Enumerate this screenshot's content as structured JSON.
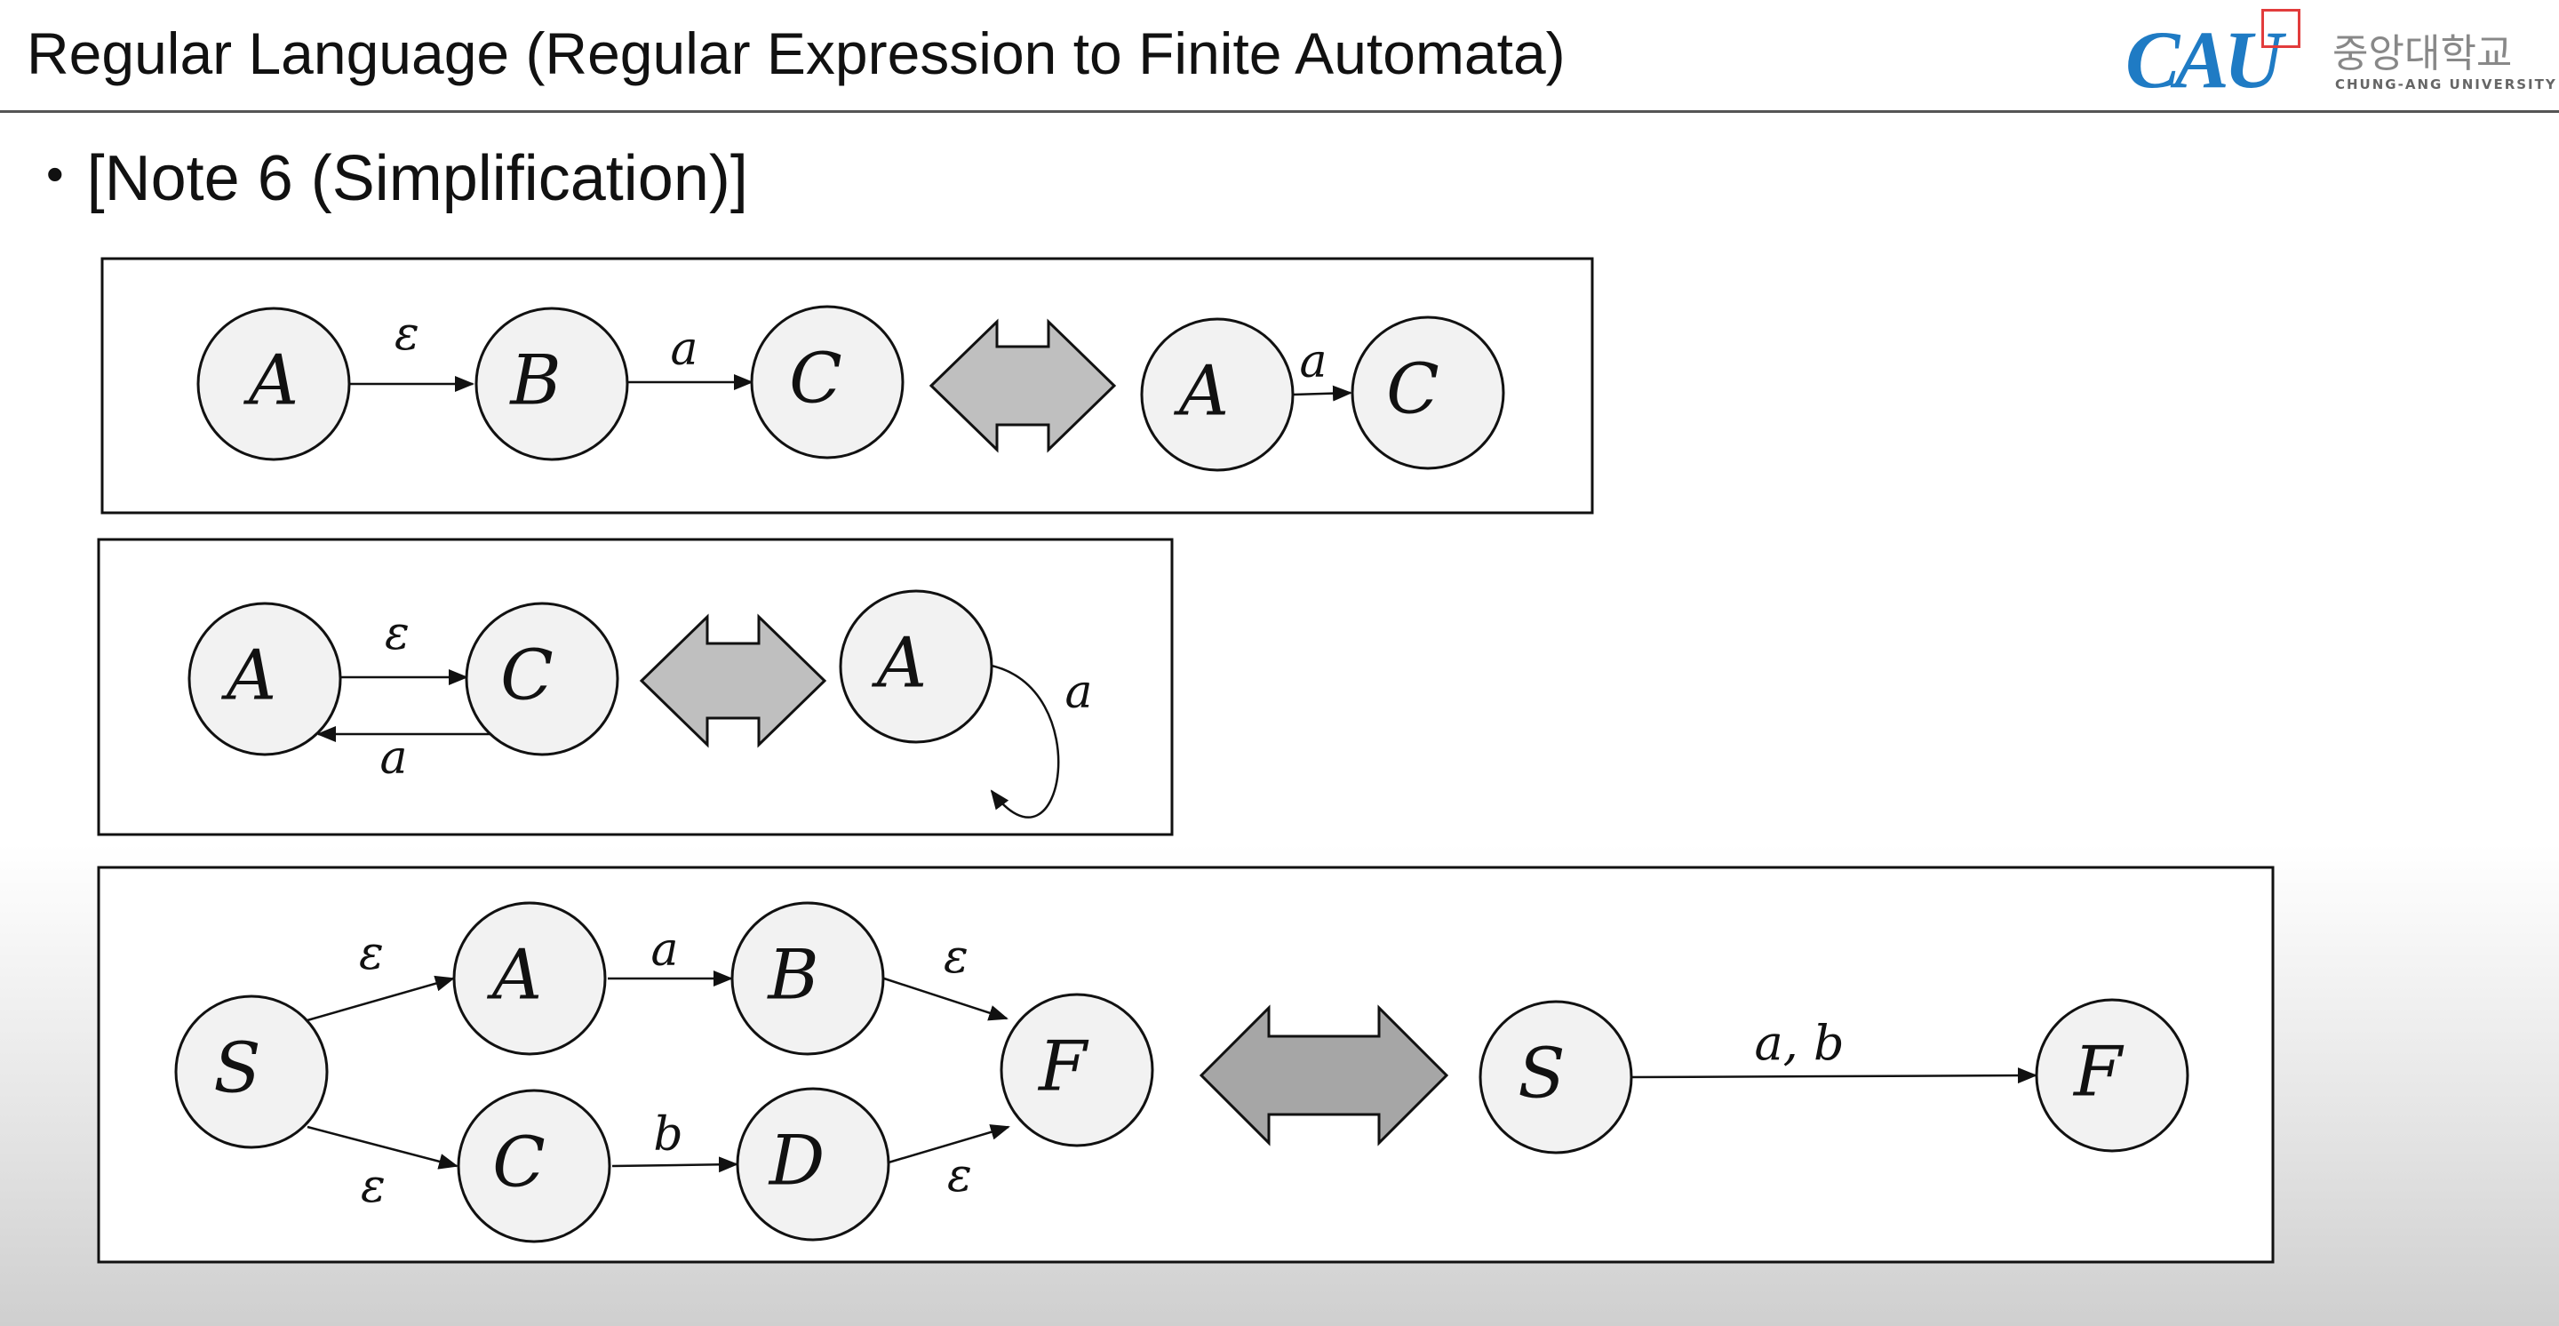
{
  "header": {
    "title": "Regular Language (Regular Expression to Finite Automata)",
    "logo_mark": "CAU",
    "logo_korean": "중앙대학교",
    "logo_english": "CHUNG-ANG UNIVERSITY"
  },
  "bullet": {
    "symbol": "•",
    "text": "[Note 6 (Simplification)]"
  },
  "panels": [
    {
      "id": "panel-1",
      "left": {
        "states": [
          "A",
          "B",
          "C"
        ],
        "transitions": [
          {
            "from": "A",
            "to": "B",
            "label": "ε"
          },
          {
            "from": "B",
            "to": "C",
            "label": "a"
          }
        ]
      },
      "right": {
        "states": [
          "A",
          "C"
        ],
        "transitions": [
          {
            "from": "A",
            "to": "C",
            "label": "a"
          }
        ]
      }
    },
    {
      "id": "panel-2",
      "left": {
        "states": [
          "A",
          "C"
        ],
        "transitions": [
          {
            "from": "A",
            "to": "C",
            "label": "ε"
          },
          {
            "from": "C",
            "to": "A",
            "label": "a"
          }
        ]
      },
      "right": {
        "states": [
          "A"
        ],
        "transitions": [
          {
            "from": "A",
            "to": "A",
            "label": "a"
          }
        ]
      }
    },
    {
      "id": "panel-3",
      "left": {
        "states": [
          "S",
          "A",
          "B",
          "C",
          "D",
          "F"
        ],
        "transitions": [
          {
            "from": "S",
            "to": "A",
            "label": "ε"
          },
          {
            "from": "A",
            "to": "B",
            "label": "a"
          },
          {
            "from": "B",
            "to": "F",
            "label": "ε"
          },
          {
            "from": "S",
            "to": "C",
            "label": "ε"
          },
          {
            "from": "C",
            "to": "D",
            "label": "b"
          },
          {
            "from": "D",
            "to": "F",
            "label": "ε"
          }
        ]
      },
      "right": {
        "states": [
          "S",
          "F"
        ],
        "transitions": [
          {
            "from": "S",
            "to": "F",
            "label": "a, b"
          }
        ]
      }
    }
  ]
}
